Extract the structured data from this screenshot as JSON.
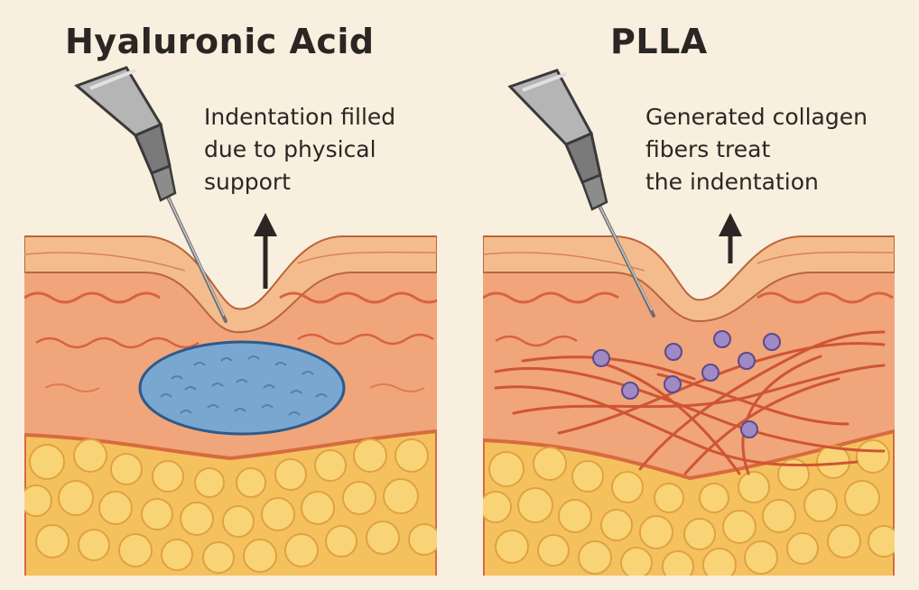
{
  "panels": {
    "left": {
      "title": "Hyaluronic Acid",
      "caption": [
        "Indentation filled",
        "due to physical",
        "support"
      ]
    },
    "right": {
      "title": "PLLA",
      "caption": [
        "Generated collagen",
        "fibers treat",
        "the indentation"
      ]
    }
  },
  "colors": {
    "background": "#f8efdf",
    "epidermis": "#f2b88a",
    "dermis": "#f0a57b",
    "fat_layer": "#f4c15e",
    "fat_cell": "#f9d477",
    "fiber": "#d9623e",
    "filler": "#7aa7cf",
    "particle": "#a08ac6",
    "needle": "#9a9a9a"
  }
}
